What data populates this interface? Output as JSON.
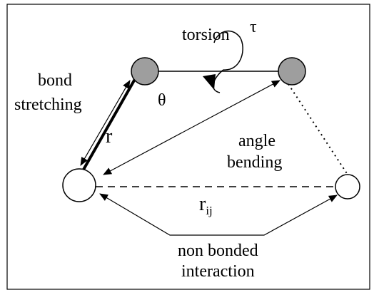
{
  "labels": {
    "torsion": "torsion",
    "tau": "τ",
    "theta": "θ",
    "bond_line1": "bond",
    "bond_line2": "stretching",
    "r": "r",
    "angle_line1": "angle",
    "angle_line2": "bending",
    "rij_main": "r",
    "rij_sub": "ij",
    "nonbond_line1": "non bonded",
    "nonbond_line2": "interaction"
  },
  "colors": {
    "gray_atom": "#9e9e9e",
    "white_atom": "#ffffff",
    "ink": "#000000"
  }
}
